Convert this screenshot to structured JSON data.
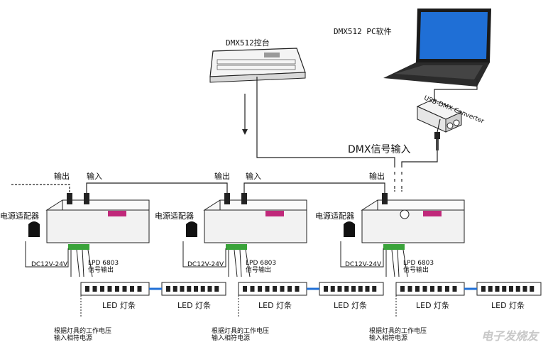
{
  "labels": {
    "console": "DMX512控台",
    "pc_software": "DMX512 PC软件",
    "dmx_input": "DMX信号输入",
    "output": "输出",
    "input": "输入",
    "power_adapter": "电源适配器",
    "dc_range": "DC12V-24V",
    "lpd_line1": "LPD 6803",
    "lpd_line2": "信号输出",
    "led_strip": "LED 灯条",
    "psu_note_line1": "根据灯具的工作电压",
    "psu_note_line2": "输入相符电源",
    "converter_text": "USB-DMX Converter",
    "watermark": "电子发烧友"
  },
  "colors": {
    "line": "#222222",
    "controller_fill": "#f2f2f2",
    "label_pink": "#c0287a",
    "terminal_green": "#3aa33a",
    "laptop_screen": "#1f6fd6",
    "led_segment": "#e8e8e8"
  },
  "units": [
    {
      "has_output_label": true,
      "has_input_label": true,
      "has_input_connector": true
    },
    {
      "has_output_label": true,
      "has_input_label": true,
      "has_input_connector": true
    },
    {
      "has_output_label": true,
      "has_input_label": false,
      "has_input_connector": false
    }
  ]
}
